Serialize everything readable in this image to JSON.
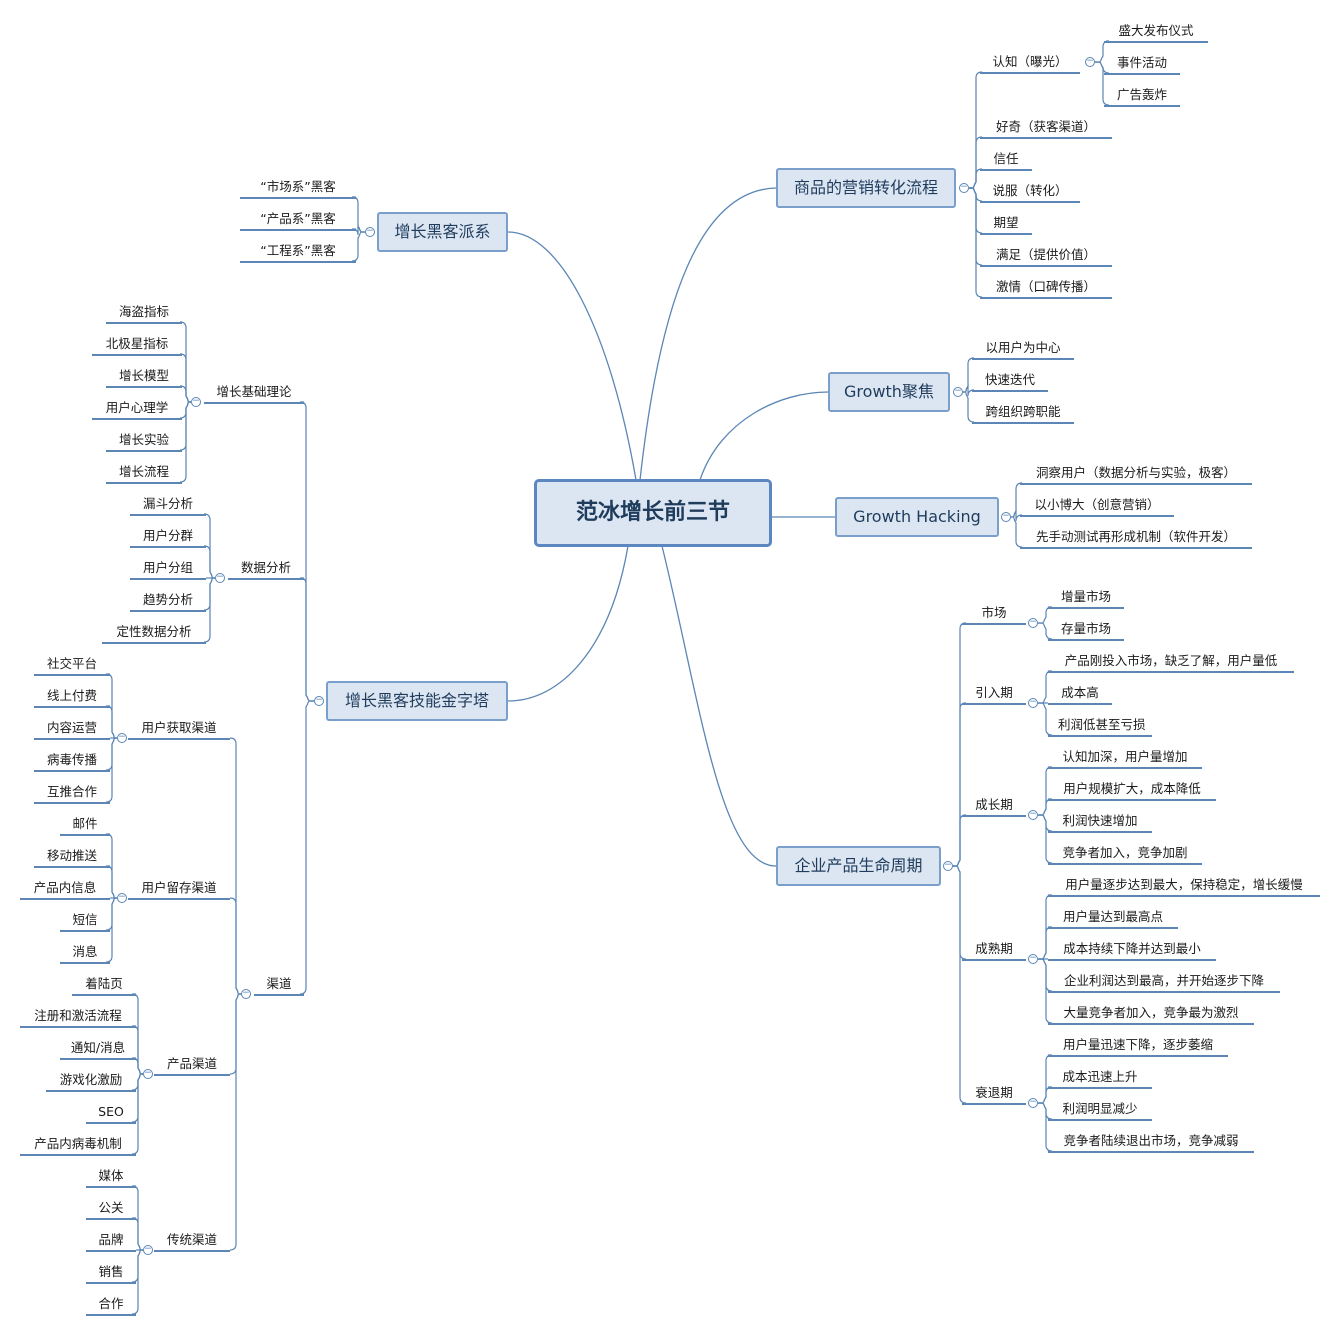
{
  "root": "范冰增长前三节",
  "collapse_symbol": "−",
  "branches": [
    {
      "label": "商品的营销转化流程",
      "children": [
        {
          "label": "认知（曝光）",
          "children": [
            {
              "label": "盛大发布仪式"
            },
            {
              "label": "事件活动"
            },
            {
              "label": "广告轰炸"
            }
          ]
        },
        {
          "label": "好奇（获客渠道）"
        },
        {
          "label": "信任"
        },
        {
          "label": "说服（转化）"
        },
        {
          "label": "期望"
        },
        {
          "label": "满足（提供价值）"
        },
        {
          "label": "激情（口碑传播）"
        }
      ]
    },
    {
      "label": "Growth聚焦",
      "children": [
        {
          "label": "以用户为中心"
        },
        {
          "label": "快速迭代"
        },
        {
          "label": "跨组织跨职能"
        }
      ]
    },
    {
      "label": "Growth  Hacking",
      "children": [
        {
          "label": "洞察用户（数据分析与实验，极客）"
        },
        {
          "label": "以小博大（创意营销）"
        },
        {
          "label": "先手动测试再形成机制（软件开发）"
        }
      ]
    },
    {
      "label": "企业产品生命周期",
      "children": [
        {
          "label": "市场",
          "children": [
            {
              "label": "增量市场"
            },
            {
              "label": "存量市场"
            }
          ]
        },
        {
          "label": "引入期",
          "children": [
            {
              "label": "产品刚投入市场，缺乏了解，用户量低"
            },
            {
              "label": "成本高"
            },
            {
              "label": "利润低甚至亏损"
            }
          ]
        },
        {
          "label": "成长期",
          "children": [
            {
              "label": "认知加深，用户量增加"
            },
            {
              "label": "用户规模扩大，成本降低"
            },
            {
              "label": "利润快速增加"
            },
            {
              "label": "竞争者加入，竞争加剧"
            }
          ]
        },
        {
          "label": "成熟期",
          "children": [
            {
              "label": "用户量逐步达到最大，保持稳定，增长缓慢"
            },
            {
              "label": "用户量达到最高点"
            },
            {
              "label": "成本持续下降并达到最小"
            },
            {
              "label": "企业利润达到最高，并开始逐步下降"
            },
            {
              "label": "大量竞争者加入，竞争最为激烈"
            }
          ]
        },
        {
          "label": "衰退期",
          "children": [
            {
              "label": "用户量迅速下降，逐步萎缩"
            },
            {
              "label": "成本迅速上升"
            },
            {
              "label": "利润明显减少"
            },
            {
              "label": "竞争者陆续退出市场，竞争减弱"
            }
          ]
        }
      ]
    },
    {
      "label": "增长黑客派系",
      "children": [
        {
          "label": "“市场系”黑客"
        },
        {
          "label": "“产品系”黑客"
        },
        {
          "label": "“工程系”黑客"
        }
      ]
    },
    {
      "label": "增长黑客技能金字塔",
      "children": [
        {
          "label": "增长基础理论",
          "children": [
            {
              "label": "海盗指标"
            },
            {
              "label": "北极星指标"
            },
            {
              "label": "增长模型"
            },
            {
              "label": "用户心理学"
            },
            {
              "label": "增长实验"
            },
            {
              "label": "增长流程"
            }
          ]
        },
        {
          "label": "数据分析",
          "children": [
            {
              "label": "漏斗分析"
            },
            {
              "label": "用户分群"
            },
            {
              "label": "用户分组"
            },
            {
              "label": "趋势分析"
            },
            {
              "label": "定性数据分析"
            }
          ]
        },
        {
          "label": "渠道",
          "children": [
            {
              "label": "用户获取渠道",
              "children": [
                {
                  "label": "社交平台"
                },
                {
                  "label": "线上付费"
                },
                {
                  "label": "内容运营"
                },
                {
                  "label": "病毒传播"
                },
                {
                  "label": "互推合作"
                }
              ]
            },
            {
              "label": "用户留存渠道",
              "children": [
                {
                  "label": "邮件"
                },
                {
                  "label": "移动推送"
                },
                {
                  "label": "产品内信息"
                },
                {
                  "label": "短信"
                },
                {
                  "label": "消息"
                }
              ]
            },
            {
              "label": "产品渠道",
              "children": [
                {
                  "label": "着陆页"
                },
                {
                  "label": "注册和激活流程"
                },
                {
                  "label": "通知/消息"
                },
                {
                  "label": "游戏化激励"
                },
                {
                  "label": "SEO"
                },
                {
                  "label": "产品内病毒机制"
                }
              ]
            },
            {
              "label": "传统渠道",
              "children": [
                {
                  "label": "媒体"
                },
                {
                  "label": "公关"
                },
                {
                  "label": "品牌"
                },
                {
                  "label": "销售"
                },
                {
                  "label": "合作"
                }
              ]
            }
          ]
        }
      ]
    }
  ]
}
